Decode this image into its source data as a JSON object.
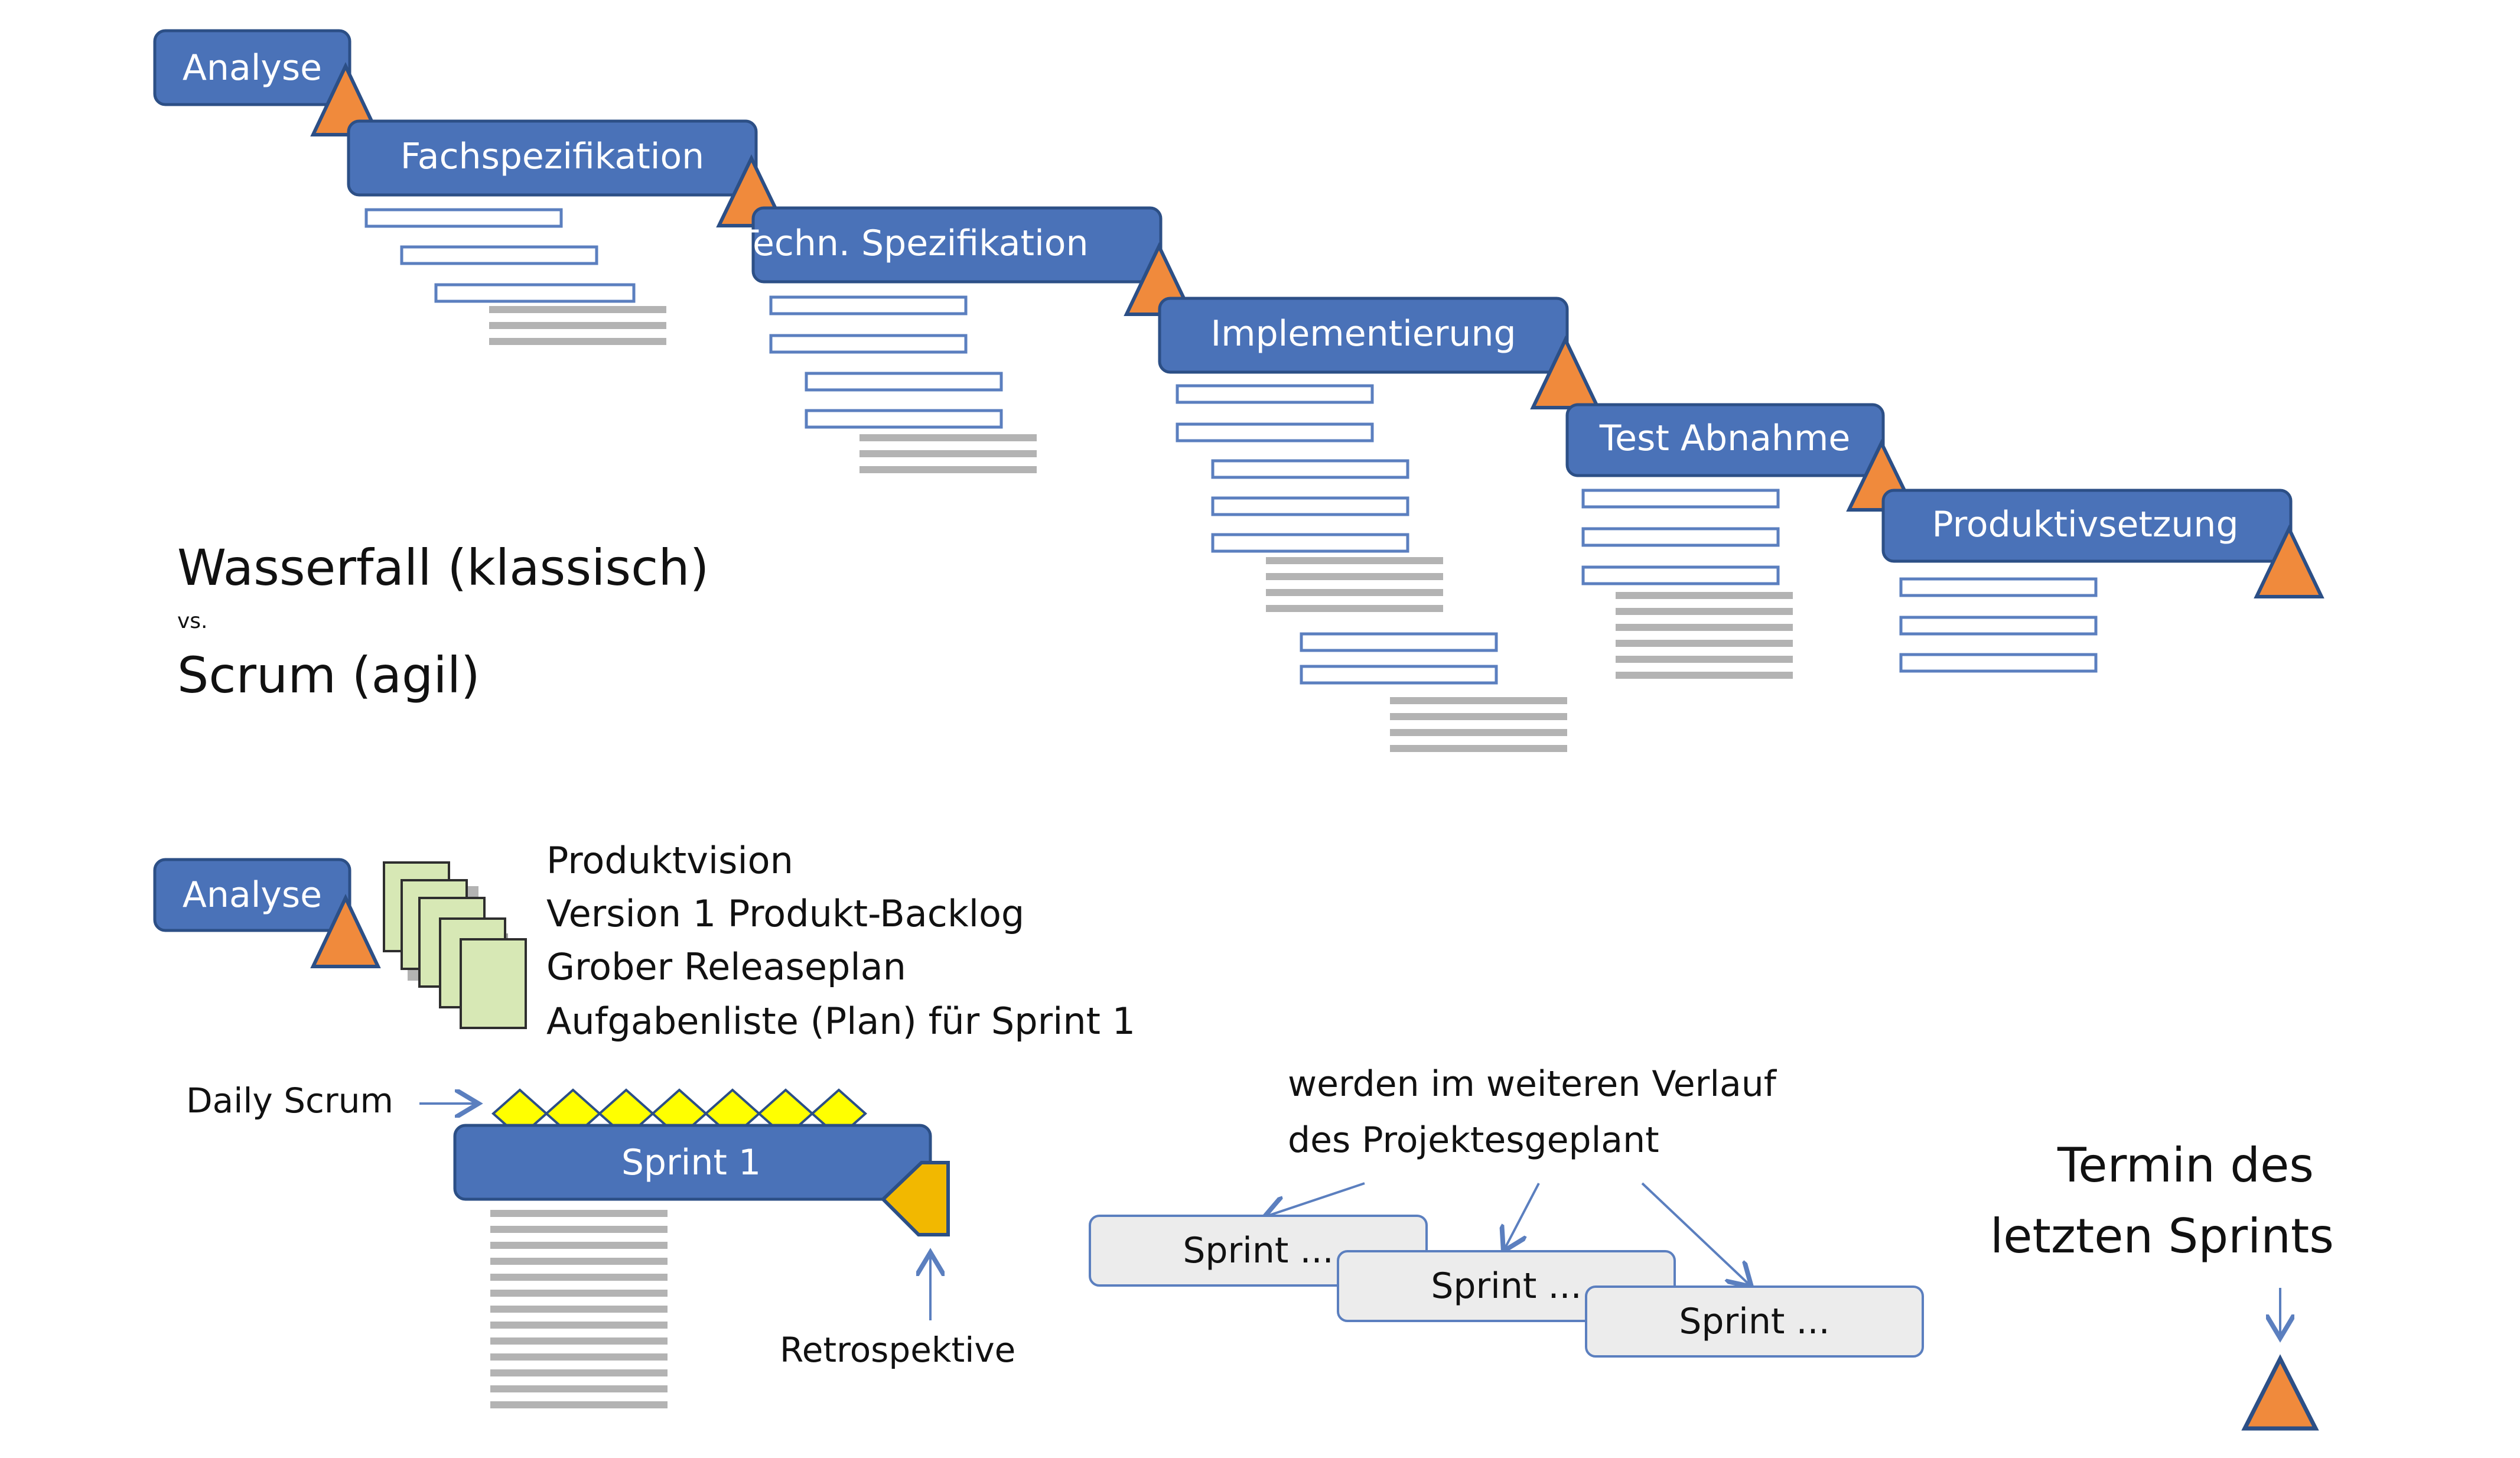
{
  "waterfall": {
    "phases": [
      {
        "label": "Analyse"
      },
      {
        "label": "Fachspezifikation"
      },
      {
        "label": "Techn. Spezifikation"
      },
      {
        "label": "Implementierung"
      },
      {
        "label": "Test Abnahme"
      },
      {
        "label": "Produktivsetzung"
      }
    ]
  },
  "legend": {
    "line1": "Wasserfall (klassisch)",
    "line2": "vs.",
    "line3": "Scrum (agil)"
  },
  "scrum": {
    "analyse_label": "Analyse",
    "artifacts": [
      "Produktvision",
      "Version 1 Produkt-Backlog",
      "Grober Releaseplan",
      "Aufgabenliste (Plan) für Sprint 1"
    ],
    "daily_scrum_label": "Daily Scrum",
    "sprint1_label": "Sprint 1",
    "retrospective_label": "Retrospektive",
    "future_note": [
      "werden im weiteren Verlauf",
      "des Projektesgeplant"
    ],
    "future_sprints": [
      "Sprint ...",
      "Sprint ...",
      "Sprint ..."
    ],
    "last_sprint_note": [
      "Termin des",
      "letzten Sprints"
    ]
  },
  "colors": {
    "phase_fill": "#4a72b8",
    "phase_stroke": "#2c4f86",
    "milestone": "#f08a3c",
    "daily_diamond": "#ffff00",
    "retro": "#f2b800",
    "task_outline": "#5b7fbf",
    "task_gray": "#b3b3b3",
    "doc_fill": "#d7e8b5"
  }
}
